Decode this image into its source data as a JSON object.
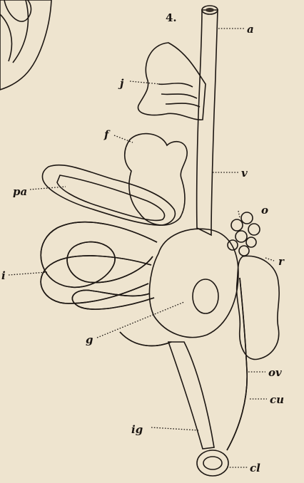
{
  "figure_number": "4.",
  "labels": {
    "a": "a",
    "j": "j",
    "f": "f",
    "v": "v",
    "pa": "pa",
    "o": "o",
    "r": "r",
    "i": "i",
    "g": "g",
    "ov": "ov",
    "cu": "cu",
    "ig": "ig",
    "cl": "cl"
  },
  "colors": {
    "paper": "#eee4cf",
    "ink": "#1d1713",
    "organ_fill": "#cdbfa6",
    "organ_dark": "#7d6f5e"
  }
}
